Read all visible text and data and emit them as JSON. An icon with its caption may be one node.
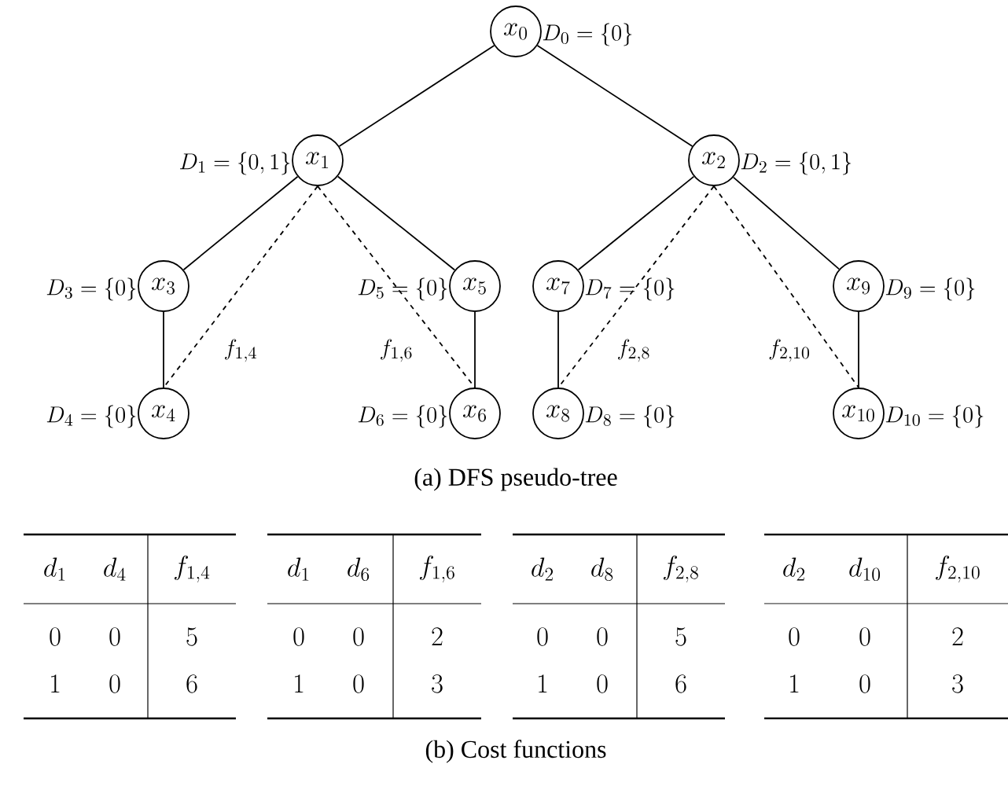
{
  "diagram": {
    "nodes": [
      {
        "text": [
          "x_0"
        ],
        "beside": [
          "D_0 = \\{0\\}"
        ]
      },
      {
        "text": [
          "x_1"
        ],
        "beside": [
          "D_1 = \\{0, 1\\}"
        ]
      },
      {
        "text": [
          "x_2"
        ],
        "beside": [
          "D_2 = \\{0, 1\\}"
        ]
      },
      {
        "text": [
          "x_3"
        ],
        "beside": [
          "D_3 = \\{0\\}"
        ]
      },
      {
        "text": [
          "x_5"
        ],
        "beside": [
          "D_5 = \\{0\\}"
        ]
      },
      {
        "text": [
          "x_7"
        ],
        "beside": [
          "D_7 = \\{0\\}"
        ]
      },
      {
        "text": [
          "x_9"
        ],
        "beside": [
          "D_9 = \\{0\\}"
        ]
      },
      {
        "text": [
          "x_4"
        ],
        "beside": [
          "D_4 = \\{0\\}"
        ]
      },
      {
        "text": [
          "x_6"
        ],
        "beside": [
          "D_6 = \\{0\\}"
        ]
      },
      {
        "text": [
          "x_8"
        ],
        "beside": [
          "D_8 = \\{0\\}"
        ]
      },
      {
        "text": [
          "x_{10}"
        ],
        "beside": [
          "D_{10} = \\{0\\}"
        ]
      }
    ],
    "edges": [
      {
        "from": 0,
        "to": 1,
        "arrow": "none"
      },
      {
        "from": 0,
        "to": 2,
        "arrow": "none"
      },
      {
        "from": 1,
        "to": 3,
        "arrow": "none"
      },
      {
        "from": 1,
        "to": 4,
        "arrow": "none"
      },
      {
        "from": 2,
        "to": 5,
        "arrow": "none"
      },
      {
        "from": 2,
        "to": 6,
        "arrow": "none"
      },
      {
        "from": 3,
        "to": 7,
        "arrow": "none"
      },
      {
        "from": 4,
        "to": 8,
        "arrow": "none"
      },
      {
        "from": 5,
        "to": 9,
        "arrow": "none"
      },
      {
        "from": 6,
        "to": 10,
        "arrow": "none"
      },
      {
        "from": 1,
        "to": 7,
        "arrow": "none",
        "style": "dashed",
        "label": "f_{1,4}"
      },
      {
        "from": 1,
        "to": 8,
        "arrow": "none",
        "style": "dashed",
        "label": "f_{1,6}"
      },
      {
        "from": 2,
        "to": 9,
        "arrow": "none",
        "style": "dashed",
        "label": "f_{2,8}"
      },
      {
        "from": 2,
        "to": 10,
        "arrow": "none",
        "style": "dashed",
        "label": "f_{2,10}"
      }
    ],
    "labels": [
      "(a) DFS pseudo-tree",
      "d_1",
      "d_4",
      "f_{1,4}",
      "0",
      "0",
      "5",
      "1",
      "0",
      "6",
      "d_1",
      "d_6",
      "f_{1,6}",
      "0",
      "0",
      "2",
      "1",
      "0",
      "3",
      "d_2",
      "d_8",
      "f_{2,8}",
      "0",
      "0",
      "5",
      "1",
      "0",
      "6",
      "d_2",
      "d_{10}",
      "f_{2,10}",
      "0",
      "0",
      "2",
      "1",
      "0",
      "3",
      "(b) Cost functions"
    ]
  }
}
